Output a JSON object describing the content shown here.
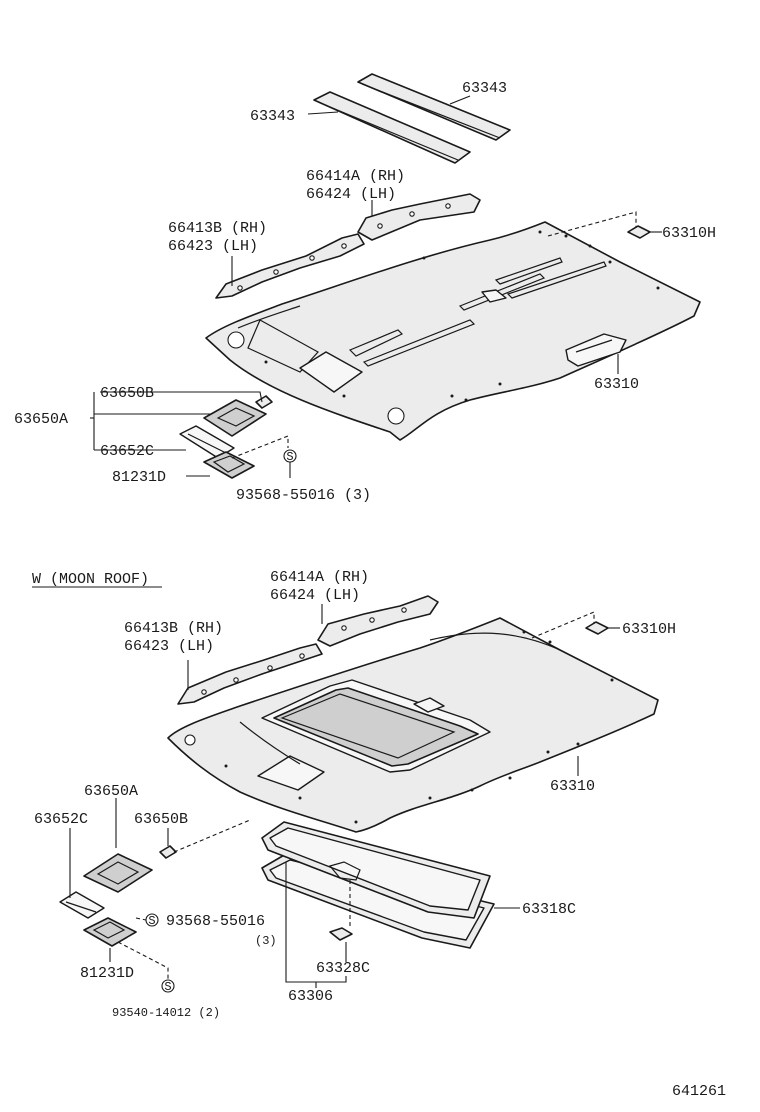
{
  "top_section": {
    "labels": {
      "p63343_right": "63343",
      "p63343_left": "63343",
      "p66414A_rh": "66414A (RH)",
      "p66424_lh": "66424  (LH)",
      "p66413B_rh": "66413B (RH)",
      "p66423_lh": "66423  (LH)",
      "p63310H": "63310H",
      "p63310": "63310",
      "p63650B": "63650B",
      "p63650A": "63650A",
      "p63652C": "63652C",
      "p81231D": "81231D",
      "screw": "93568-55016 (3)",
      "screw_symbol": "S"
    }
  },
  "moon_roof_section": {
    "title": "W (MOON  ROOF)",
    "labels": {
      "p66414A_rh": "66414A (RH)",
      "p66424_lh": "66424  (LH)",
      "p66413B_rh": "66413B (RH)",
      "p66423_lh": "66423  (LH)",
      "p63310H": "63310H",
      "p63310": "63310",
      "p63650A": "63650A",
      "p63652C": "63652C",
      "p63650B": "63650B",
      "screw1": "93568-55016",
      "screw1_qty": "(3)",
      "p81231D": "81231D",
      "screw2": "93540-14012 (2)",
      "p63318C": "63318C",
      "p63328C": "63328C",
      "p63306": "63306",
      "screw_symbol": "S"
    }
  },
  "figure_code": "641261"
}
